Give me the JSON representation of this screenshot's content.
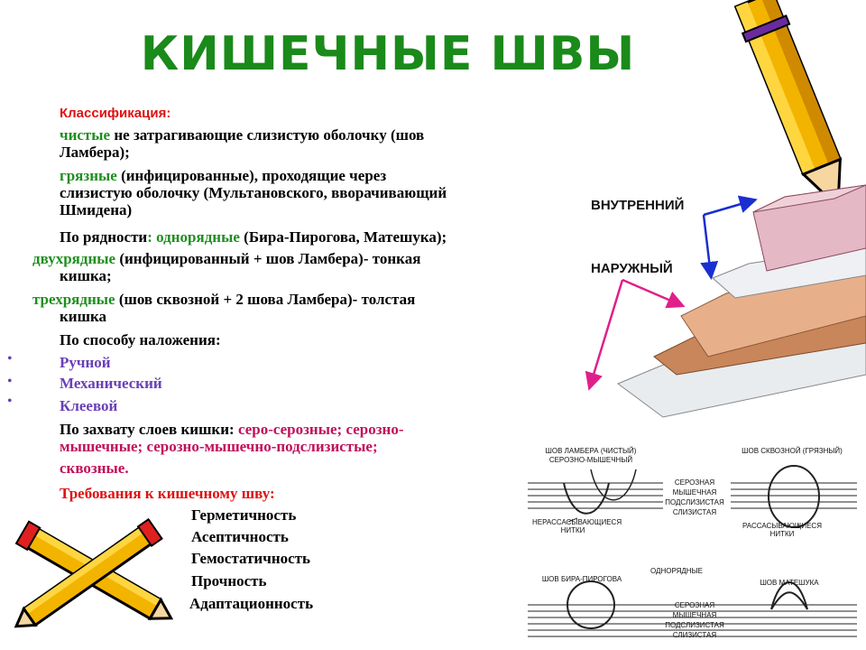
{
  "title": "КИШЕЧНЫЕ ШВЫ",
  "classification_label": "Классификация:",
  "clean": {
    "term": "чистые",
    "l1": " не затрагивающие слизистую оболочку (шов",
    "l2": "Ламбера);"
  },
  "dirty": {
    "term": "грязные",
    "l1": " (инфицированные), проходящие через",
    "l2": "слизистую оболочку (Мультановского, вворачивающий",
    "l3": "Шмидена)"
  },
  "rows": {
    "prefix": "По рядности",
    "colon": ":",
    "term": " однорядные",
    "rest": " (Бира-Пирогова, Матешука);"
  },
  "double": {
    "term": "двухрядные",
    "l1": " (инфицированный + шов Ламбера)- тонкая",
    "l2": "кишка;"
  },
  "triple": {
    "term": "трехрядные",
    "l1": " (шов сквозной +  2 шова Ламбера)- толстая",
    "l2": "кишка"
  },
  "method": {
    "heading": "По способу наложения:",
    "items": [
      "Ручной",
      "Механический",
      "Клеевой"
    ]
  },
  "layers": {
    "prefix": "По захвату слоев кишки: ",
    "l1": "серо-серозные; серозно-",
    "l2": "мышечные; серозно-мышечно-подслизистые;",
    "l3": "сквозные."
  },
  "requirements": {
    "heading": "Требования к кишечному шву:",
    "items": [
      "Герметичность",
      "Асептичность",
      "Гемостатичность",
      "Прочность",
      "Адаптационность"
    ]
  },
  "diagram": {
    "inner_label": "ВНУТРЕННИЙ",
    "outer_label": "НАРУЖНЫЙ",
    "top_left_title": "ШОВ ЛАМБЕРА (ЧИСТЫЙ)",
    "top_left_sub": "СЕРОЗНО-МЫШЕЧНЫЙ",
    "top_right_title": "ШОВ СКВОЗНОЙ (ГРЯЗНЫЙ)",
    "layer_serous": "СЕРОЗНАЯ",
    "layer_muscle": "МЫШЕЧНАЯ",
    "layer_submucosa": "ПОДСЛИЗИСТАЯ",
    "layer_mucosa": "СЛИЗИСТАЯ",
    "non_absorb": "НЕРАССАСЫВАЮЩИЕСЯ НИТКИ",
    "absorb": "РАССАСЫВАЮЩИЕСЯ НИТКИ",
    "single_row": "ОДНОРЯДНЫЕ",
    "bira": "ШОВ БИРА-ПИРОГОВА",
    "mateshuk": "ШОВ МАТЕШУКА"
  },
  "colors": {
    "title": "#1a8a1a",
    "green": "#1f8f1f",
    "purple": "#6a40b8",
    "magenta": "#c0105a",
    "red": "#e01010",
    "blue_arrow": "#1a2fd0",
    "pink_arrow": "#e0208a"
  }
}
